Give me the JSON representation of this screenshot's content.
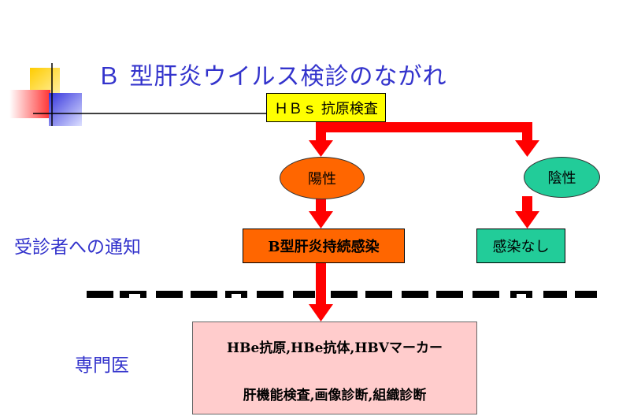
{
  "title": "Ｂ 型肝炎ウイルス検診のながれ",
  "nodes": {
    "hbs_test": "ＨＢｓ 抗原検査",
    "positive": "陽性",
    "negative": "陰性",
    "carrier": "B型肝炎持続感染",
    "no_infection": "感染なし",
    "specialist_line1": "HBe抗原,HBe抗体,HBVマーカー",
    "specialist_line2": "肝機能検査,画像診断,組織診断"
  },
  "side_labels": {
    "notify": "受診者への通知",
    "specialist": "専門医"
  },
  "colors": {
    "title_text": "#3333cc",
    "arrow": "#ff0000",
    "hbs_box": "#ffff00",
    "positive": "#ff6600",
    "negative": "#22cc99",
    "specialist_box": "#ffcccc",
    "divider": "#000000"
  }
}
